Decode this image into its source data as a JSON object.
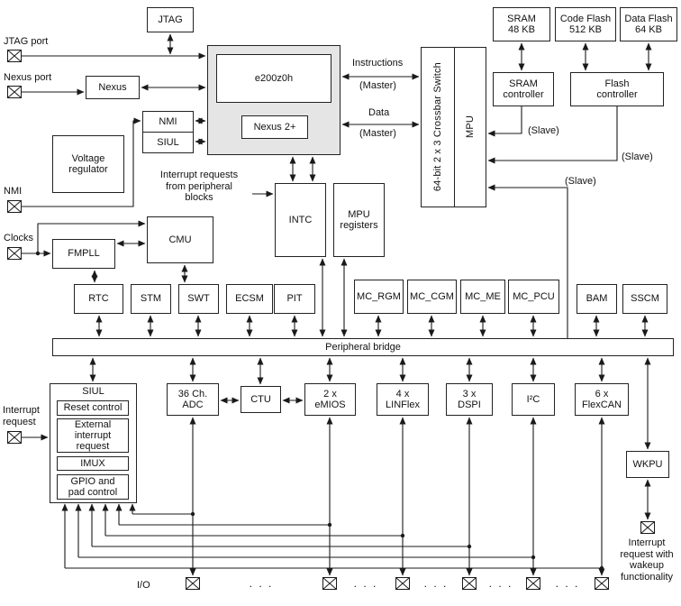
{
  "ports": {
    "jtag_port": "JTAG port",
    "nexus_port": "Nexus port",
    "nmi": "NMI",
    "clocks": "Clocks",
    "interrupt_request": "Interrupt\nrequest",
    "io": "I/O",
    "wakeup_note": "Interrupt\nrequest with\nwakeup\nfunctionality"
  },
  "core": {
    "jtag": "JTAG",
    "nexus": "Nexus",
    "e200": "e200z0h",
    "nexus2": "Nexus 2+",
    "nmi_box": "NMI",
    "siul_box": "SIUL",
    "voltage_regulator": "Voltage\nregulator",
    "intc": "INTC",
    "mpu_registers": "MPU\nregisters",
    "crossbar": "64-bit 2 x 3 Crossbar Switch",
    "mpu": "MPU",
    "interrupt_note": "Interrupt requests\nfrom peripheral\nblocks"
  },
  "buses": {
    "instructions": "Instructions",
    "data": "Data",
    "master": "(Master)",
    "slave": "(Slave)"
  },
  "memory": {
    "sram": "SRAM\n48 KB",
    "code_flash": "Code Flash\n512 KB",
    "data_flash": "Data Flash\n64 KB",
    "sram_controller": "SRAM\ncontroller",
    "flash_controller": "Flash\ncontroller"
  },
  "clocking": {
    "fmpll": "FMPLL",
    "cmu": "CMU"
  },
  "system_row": {
    "rtc": "RTC",
    "stm": "STM",
    "swt": "SWT",
    "ecsm": "ECSM",
    "pit": "PIT",
    "mc_rgm": "MC_RGM",
    "mc_cgm": "MC_CGM",
    "mc_me": "MC_ME",
    "mc_pcu": "MC_PCU",
    "bam": "BAM",
    "sscm": "SSCM"
  },
  "bridge": {
    "label": "Peripheral bridge"
  },
  "siul": {
    "title": "SIUL",
    "reset_control": "Reset control",
    "external_interrupt": "External\ninterrupt\nrequest",
    "imux": "IMUX",
    "gpio": "GPIO and\npad control"
  },
  "peripherals": {
    "adc": "36 Ch.\nADC",
    "ctu": "CTU",
    "emios": "2 x\neMIOS",
    "linflex": "4 x\nLINFlex",
    "dspi": "3 x\nDSPI",
    "i2c": "I²C",
    "flexcan": "6 x\nFlexCAN",
    "wkpu": "WKPU"
  },
  "misc": {
    "dots": ". . ."
  }
}
